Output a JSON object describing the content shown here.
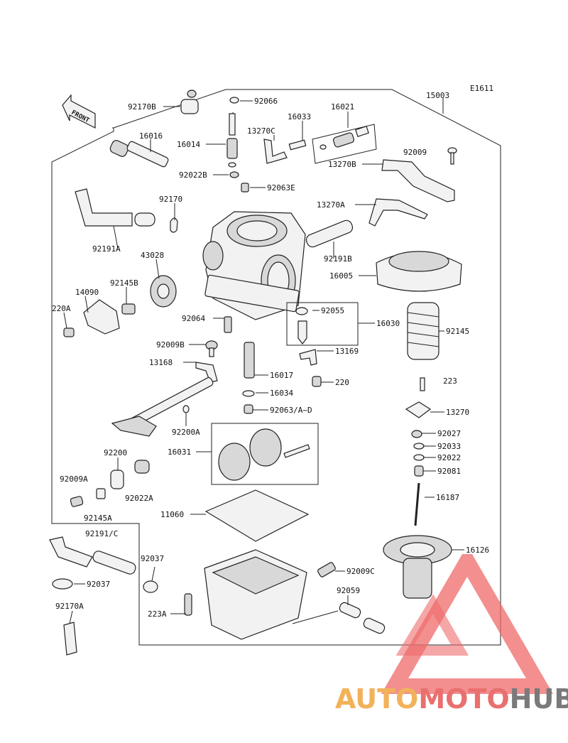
{
  "diagram_code": "E1611",
  "front_label": "FRONT",
  "labels": {
    "l15003": "15003",
    "l92170B": "92170B",
    "l92066": "92066",
    "l16021": "16021",
    "l16033": "16033",
    "l13270C": "13270C",
    "l16016": "16016",
    "l16014": "16014",
    "l92009": "92009",
    "l13270B": "13270B",
    "l92022B": "92022B",
    "l92063E": "92063E",
    "l92170": "92170",
    "l13270A": "13270A",
    "l92191A": "92191A",
    "l92191B": "92191B",
    "l43028": "43028",
    "l16005": "16005",
    "l92145B": "92145B",
    "l14090": "14090",
    "l220A": "220A",
    "l92055": "92055",
    "l92064": "92064",
    "l16030": "16030",
    "l92145": "92145",
    "l92009B": "92009B",
    "l13169": "13169",
    "l13168": "13168",
    "l16017": "16017",
    "l220": "220",
    "l223": "223",
    "l16034": "16034",
    "l92063AD": "92063/A~D",
    "l13270": "13270",
    "l92200A": "92200A",
    "l92027": "92027",
    "l16031": "16031",
    "l92033": "92033",
    "l92200": "92200",
    "l92022": "92022",
    "l92081": "92081",
    "l92009A": "92009A",
    "l92022A": "92022A",
    "l16187": "16187",
    "l92145A": "92145A",
    "l11060": "11060",
    "l92191C": "92191/C",
    "l16126": "16126",
    "l92037a": "92037",
    "l92037b": "92037",
    "l92009C": "92009C",
    "l92059": "92059",
    "l92170A": "92170A",
    "l223A": "223A"
  },
  "watermark": {
    "part1": "AUTO",
    "part2": "MOTO",
    "part3": "HUB",
    "color_auto": "#f2b25a",
    "color_moto": "#ea6f6f",
    "color_hub": "#7a7a7a"
  }
}
